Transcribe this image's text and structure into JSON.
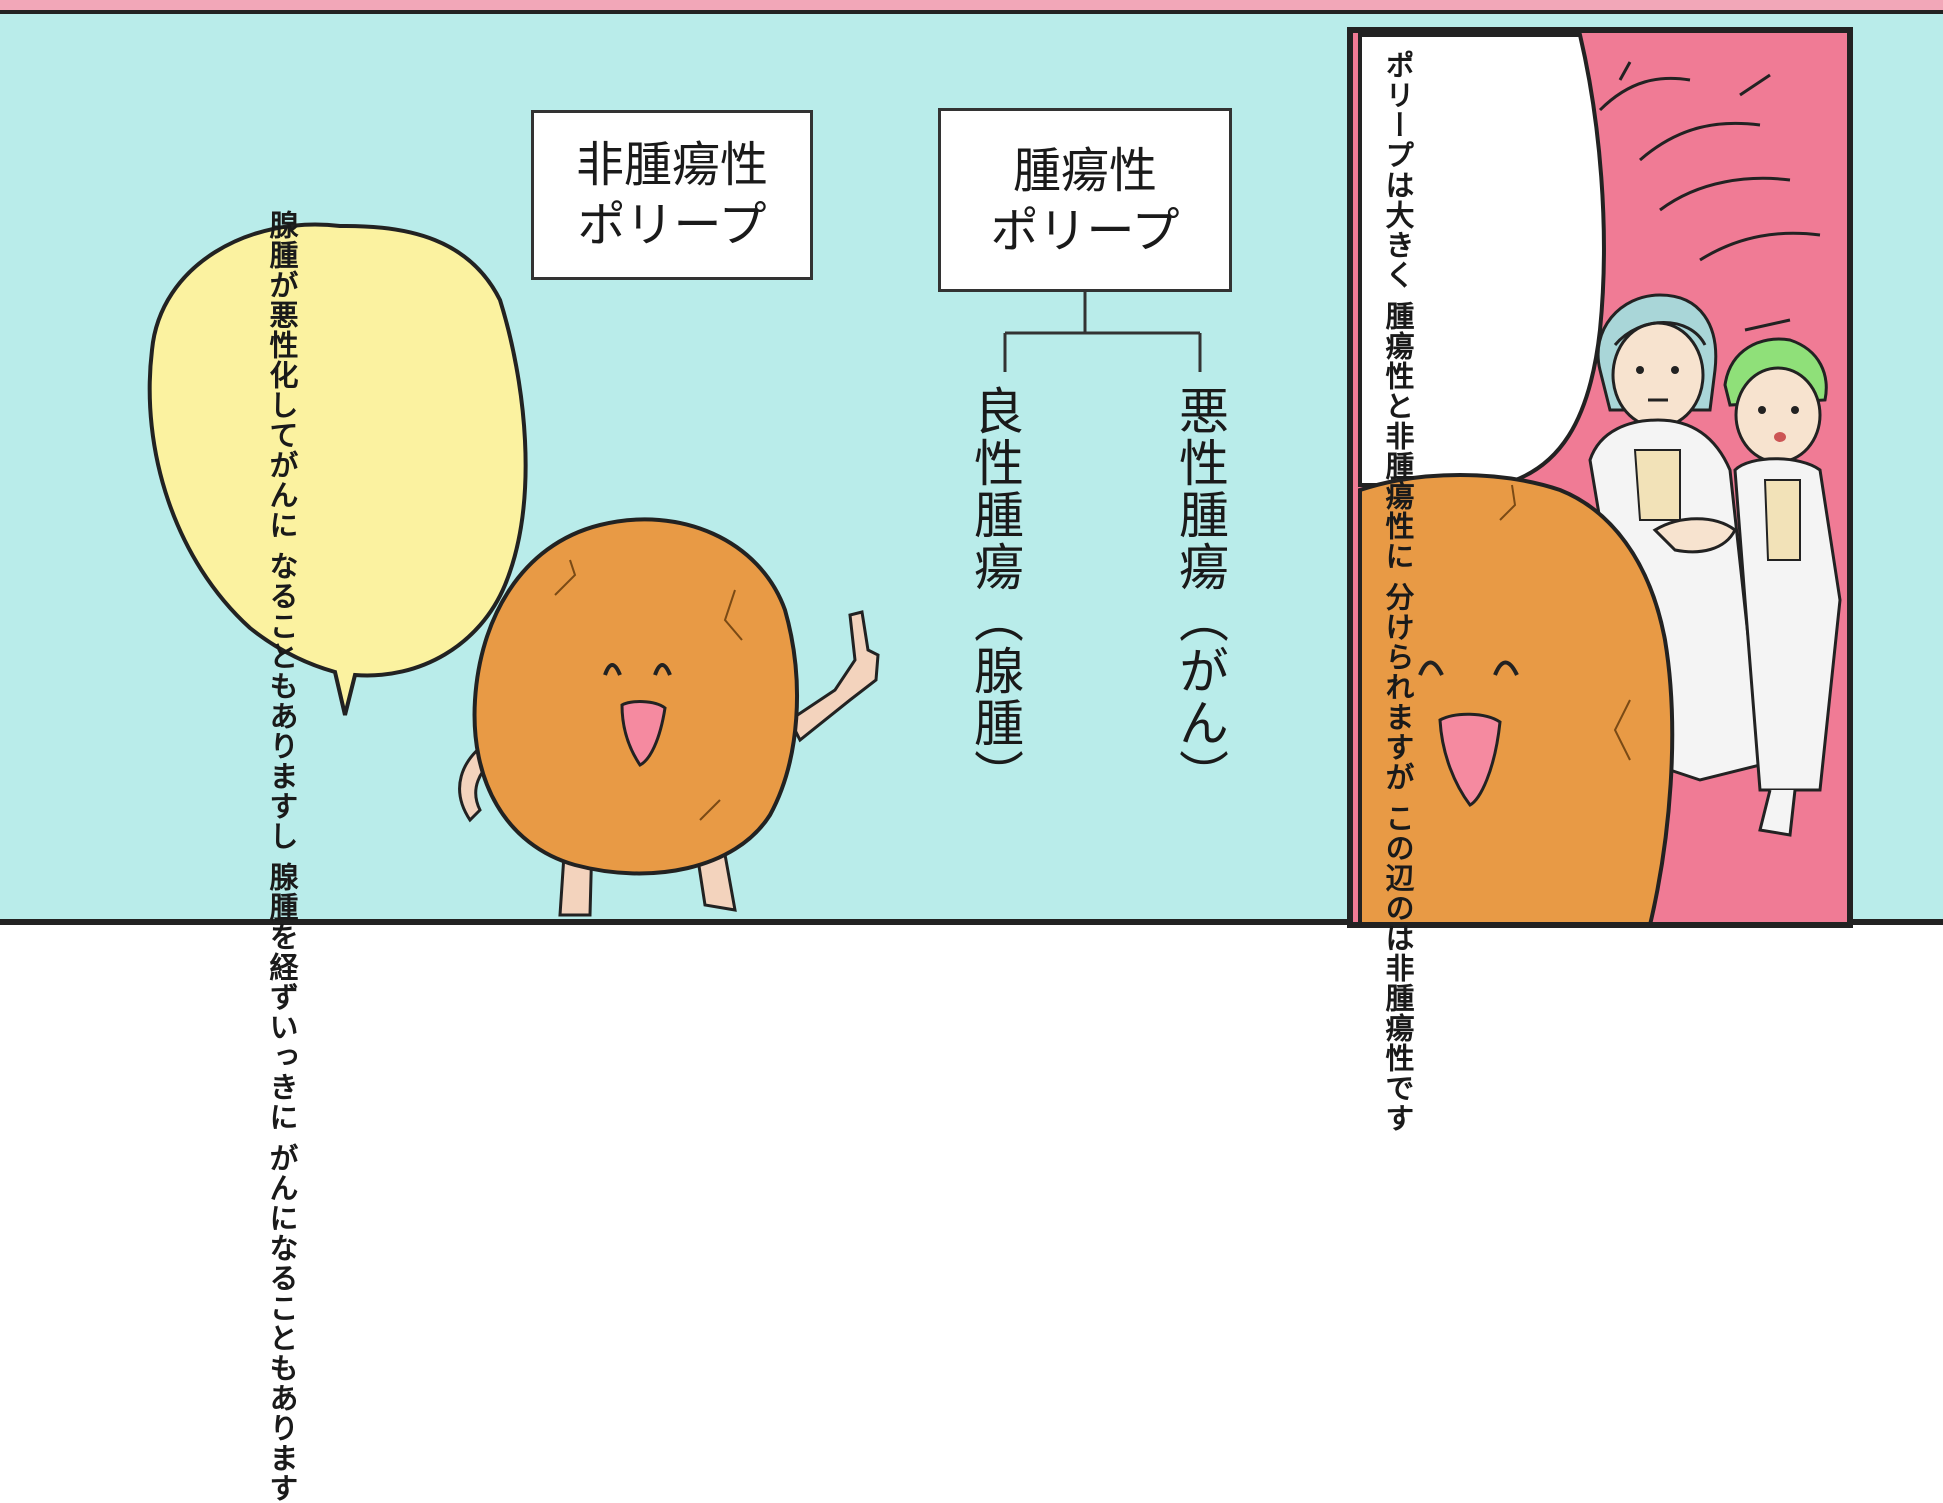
{
  "diagram": {
    "left_box": [
      "非腫瘍性",
      "ポリープ"
    ],
    "right_box": [
      "腫瘍性",
      "ポリープ"
    ],
    "branch_left": "良性腫瘍（腺腫）",
    "branch_right": "悪性腫瘍（がん）"
  },
  "polyp_bubble": {
    "lines": [
      "腺腫が悪性化してがんに",
      "なることもありますし",
      "腺腫を経ずいっきに",
      "がんになることもあります"
    ]
  },
  "doctor_bubble": {
    "lines": [
      "ポリープは大きく",
      "腫瘍性と非腫瘍性に",
      "分けられますが",
      "この辺のは非腫瘍性です"
    ]
  },
  "colors": {
    "background": "#b9ecea",
    "bubble_yellow": "#fbf2a0",
    "polyp_orange": "#e89a45",
    "intestine_pink": "#f07b95",
    "coat_white": "#f4f4f4"
  }
}
